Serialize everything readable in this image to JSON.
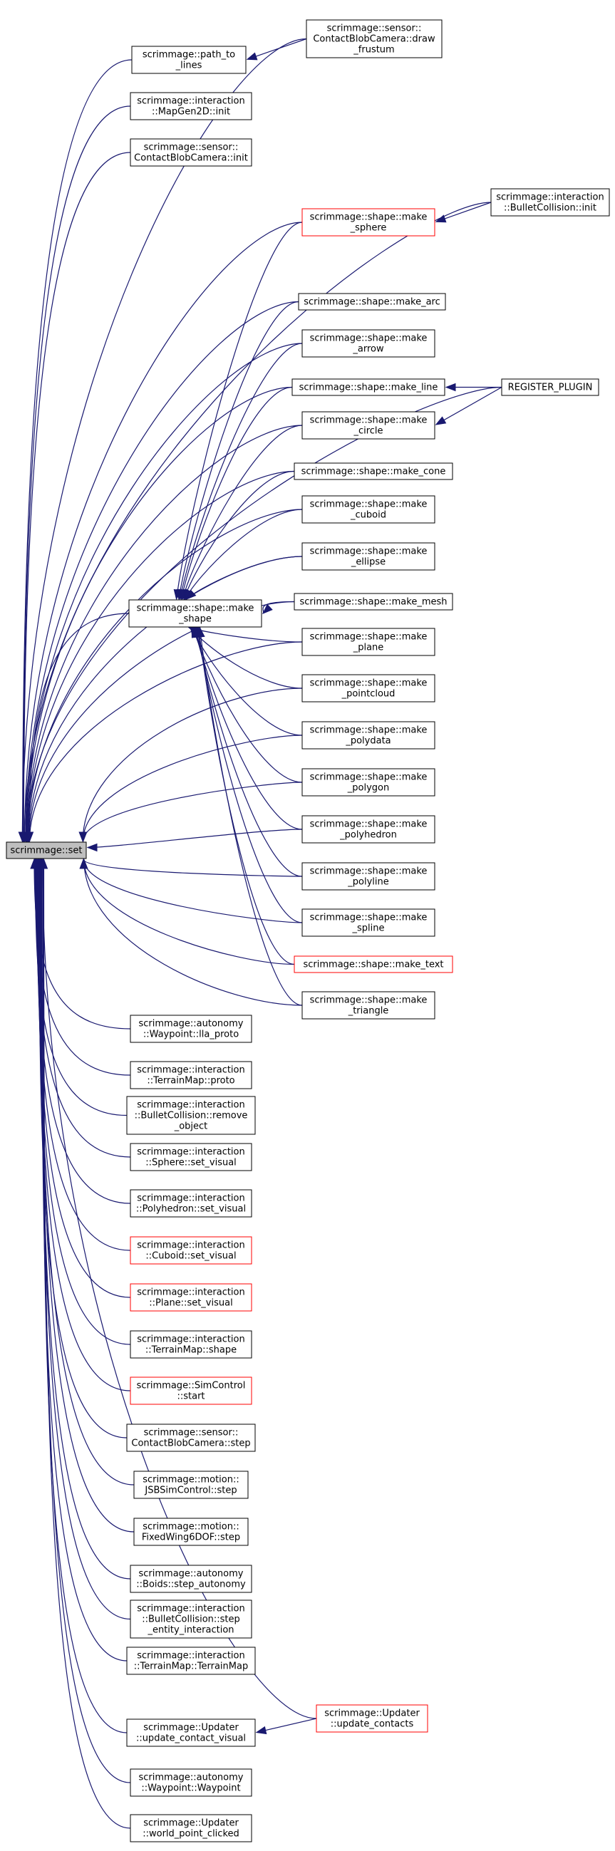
{
  "colors": {
    "edge": "#191970",
    "box_border": "#000000",
    "box_border_red": "#ff0000",
    "root_fill": "#bfbfbf",
    "box_fill": "#ffffff"
  },
  "nodes": {
    "set": {
      "lines": [
        "scrimmage::set"
      ]
    },
    "path_to_lines": {
      "lines": [
        "scrimmage::path_to",
        "_lines"
      ]
    },
    "draw_frustum": {
      "lines": [
        "scrimmage::sensor::",
        "ContactBlobCamera::draw",
        "_frustum"
      ]
    },
    "mapgen_init": {
      "lines": [
        "scrimmage::interaction",
        "::MapGen2D::init"
      ]
    },
    "cbc_init": {
      "lines": [
        "scrimmage::sensor::",
        "ContactBlobCamera::init"
      ]
    },
    "make_sphere": {
      "lines": [
        "scrimmage::shape::make",
        "_sphere"
      ]
    },
    "bullet_init": {
      "lines": [
        "scrimmage::interaction",
        "::BulletCollision::init"
      ]
    },
    "make_arc": {
      "lines": [
        "scrimmage::shape::make_arc"
      ]
    },
    "make_arrow": {
      "lines": [
        "scrimmage::shape::make",
        "_arrow"
      ]
    },
    "make_line": {
      "lines": [
        "scrimmage::shape::make_line"
      ]
    },
    "register_plugin": {
      "lines": [
        "REGISTER_PLUGIN"
      ]
    },
    "make_circle": {
      "lines": [
        "scrimmage::shape::make",
        "_circle"
      ]
    },
    "make_cone": {
      "lines": [
        "scrimmage::shape::make_cone"
      ]
    },
    "make_cuboid": {
      "lines": [
        "scrimmage::shape::make",
        "_cuboid"
      ]
    },
    "make_ellipse": {
      "lines": [
        "scrimmage::shape::make",
        "_ellipse"
      ]
    },
    "make_mesh": {
      "lines": [
        "scrimmage::shape::make_mesh"
      ]
    },
    "make_shape": {
      "lines": [
        "scrimmage::shape::make",
        "_shape"
      ]
    },
    "make_plane": {
      "lines": [
        "scrimmage::shape::make",
        "_plane"
      ]
    },
    "make_pointcloud": {
      "lines": [
        "scrimmage::shape::make",
        "_pointcloud"
      ]
    },
    "make_polydata": {
      "lines": [
        "scrimmage::shape::make",
        "_polydata"
      ]
    },
    "make_polygon": {
      "lines": [
        "scrimmage::shape::make",
        "_polygon"
      ]
    },
    "make_polyhedron": {
      "lines": [
        "scrimmage::shape::make",
        "_polyhedron"
      ]
    },
    "make_polyline": {
      "lines": [
        "scrimmage::shape::make",
        "_polyline"
      ]
    },
    "make_spline": {
      "lines": [
        "scrimmage::shape::make",
        "_spline"
      ]
    },
    "make_text": {
      "lines": [
        "scrimmage::shape::make_text"
      ]
    },
    "make_triangle": {
      "lines": [
        "scrimmage::shape::make",
        "_triangle"
      ]
    },
    "lla_proto": {
      "lines": [
        "scrimmage::autonomy",
        "::Waypoint::lla_proto"
      ]
    },
    "terrain_proto": {
      "lines": [
        "scrimmage::interaction",
        "::TerrainMap::proto"
      ]
    },
    "remove_object": {
      "lines": [
        "scrimmage::interaction",
        "::BulletCollision::remove",
        "_object"
      ]
    },
    "sphere_set_visual": {
      "lines": [
        "scrimmage::interaction",
        "::Sphere::set_visual"
      ]
    },
    "polyhedron_set_visual": {
      "lines": [
        "scrimmage::interaction",
        "::Polyhedron::set_visual"
      ]
    },
    "cuboid_set_visual": {
      "lines": [
        "scrimmage::interaction",
        "::Cuboid::set_visual"
      ]
    },
    "plane_set_visual": {
      "lines": [
        "scrimmage::interaction",
        "::Plane::set_visual"
      ]
    },
    "terrain_shape": {
      "lines": [
        "scrimmage::interaction",
        "::TerrainMap::shape"
      ]
    },
    "simcontrol_start": {
      "lines": [
        "scrimmage::SimControl",
        "::start"
      ]
    },
    "cbc_step": {
      "lines": [
        "scrimmage::sensor::",
        "ContactBlobCamera::step"
      ]
    },
    "jsbsim_step": {
      "lines": [
        "scrimmage::motion::",
        "JSBSimControl::step"
      ]
    },
    "fixedwing_step": {
      "lines": [
        "scrimmage::motion::",
        "FixedWing6DOF::step"
      ]
    },
    "boids_step": {
      "lines": [
        "scrimmage::autonomy",
        "::Boids::step_autonomy"
      ]
    },
    "bullet_step": {
      "lines": [
        "scrimmage::interaction",
        "::BulletCollision::step",
        "_entity_interaction"
      ]
    },
    "terrainmap_ctor": {
      "lines": [
        "scrimmage::interaction",
        "::TerrainMap::TerrainMap"
      ]
    },
    "update_contacts": {
      "lines": [
        "scrimmage::Updater",
        "::update_contacts"
      ]
    },
    "update_contact_visual": {
      "lines": [
        "scrimmage::Updater",
        "::update_contact_visual"
      ]
    },
    "waypoint_ctor": {
      "lines": [
        "scrimmage::autonomy",
        "::Waypoint::Waypoint"
      ]
    },
    "world_point_clicked": {
      "lines": [
        "scrimmage::Updater",
        "::world_point_clicked"
      ]
    }
  }
}
